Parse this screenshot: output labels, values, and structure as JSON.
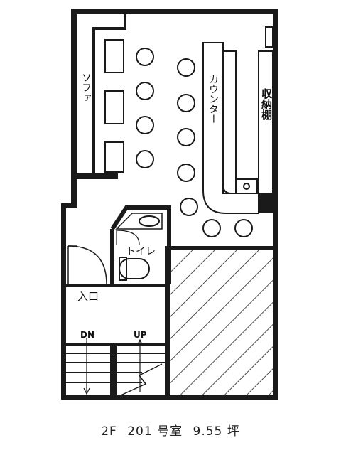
{
  "labels": {
    "sofa": "ソファ",
    "counter": "カウンター",
    "storage": "収納棚",
    "toilet": "トイレ",
    "entrance": "入口",
    "down": "DN",
    "up": "UP"
  },
  "caption": {
    "floor": "2F",
    "room": "201 号室",
    "area": "9.55 坪"
  },
  "colors": {
    "wall": "#1a1a1a",
    "line": "#222222",
    "background": "#ffffff"
  }
}
